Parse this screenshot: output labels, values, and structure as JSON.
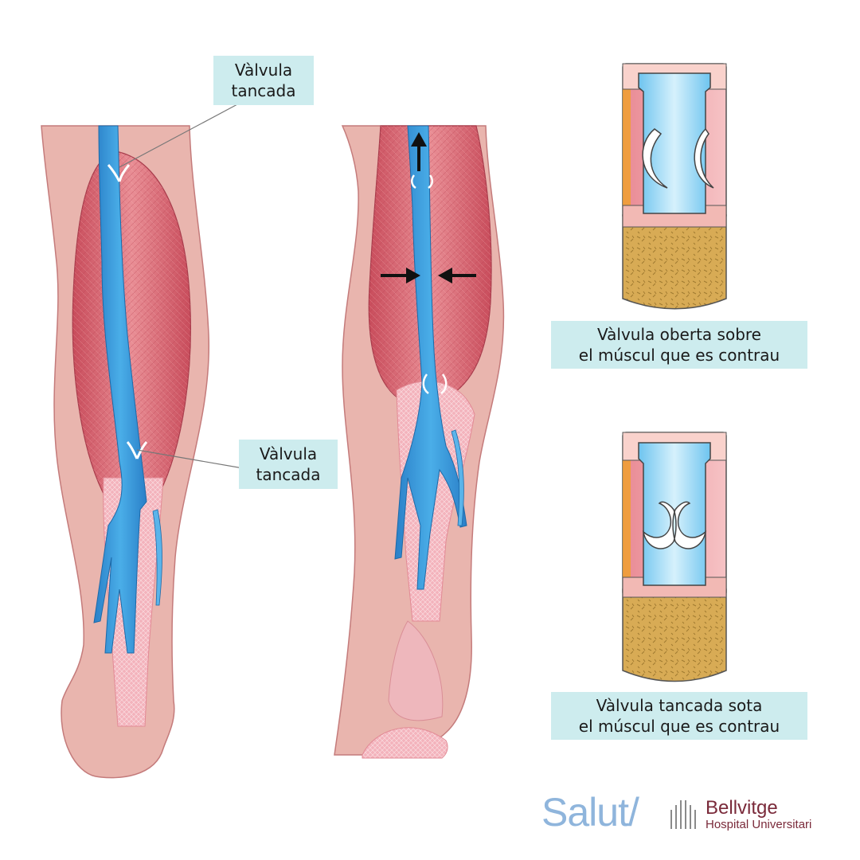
{
  "labels": {
    "top": [
      "Vàlvula",
      "tancada"
    ],
    "middle": [
      "Vàlvula",
      "tancada"
    ],
    "open": [
      "Vàlvula oberta sobre",
      "el múscul que es contrau"
    ],
    "closed": [
      "Vàlvula tancada sota",
      "el múscul que es contrau"
    ]
  },
  "brand": {
    "salut": "Salut/",
    "name": "Bellvitge",
    "subtitle": "Hospital Universitari"
  },
  "colors": {
    "skin": "#e9b5ae",
    "muscle": "#d9606a",
    "vein": "#3a98d8",
    "label_bg": "#cdecee",
    "bone": "#d4a84d",
    "brand_blue": "#8fb5dc",
    "brand_red": "#7a2a3a"
  }
}
